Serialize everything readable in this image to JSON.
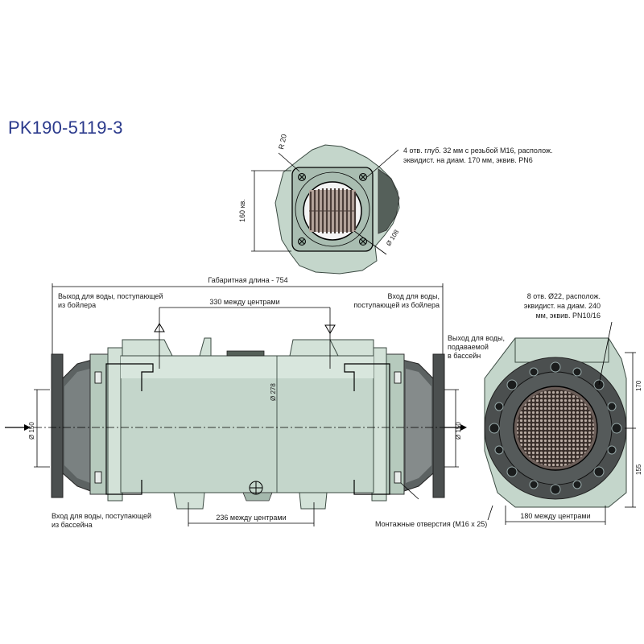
{
  "title": "PK190-5119-3",
  "top_view": {
    "radius_label": "R 20",
    "square_label": "160 кв.",
    "diameter_label": "Ø 108",
    "holes_note_line1": "4 отв. глуб. 32 мм с резьбой М16, располож.",
    "holes_note_line2": "эквидист. на диам. 170 мм, эквив. PN6"
  },
  "side_view": {
    "overall_length": "Габаритная длина - 754",
    "outlet_to_boiler_line1": "Выход для воды, поступающей",
    "outlet_to_boiler_line2": "из бойлера",
    "inlet_from_boiler_line1": "Вход для воды,",
    "inlet_from_boiler_line2": "поступающей из бойлера",
    "top_centers": "330 между центрами",
    "outlet_pool_line1": "Выход для воды,",
    "outlet_pool_line2": "подаваемой",
    "outlet_pool_line3": "в бассейн",
    "diam_left": "Ø 150",
    "diam_right": "Ø 150",
    "diam_body": "Ø 278",
    "bottom_centers": "236 между центрами",
    "inlet_pool_line1": "Вход для воды, поступающей",
    "inlet_pool_line2": "из бассейна",
    "mount_holes": "Монтажные отверстия (М16 x 25)"
  },
  "end_view": {
    "holes_note_line1": "8 отв. Ø22, располож.",
    "holes_note_line2": "эквидист. на диам. 240",
    "holes_note_line3": "мм, эквив. PN10/16",
    "height_upper": "170",
    "height_lower": "155",
    "bottom_centers": "180 между центрами"
  },
  "colors": {
    "title": "#2b3a8c",
    "body": "#c4d6cb",
    "flange": "#4b4f4f"
  }
}
